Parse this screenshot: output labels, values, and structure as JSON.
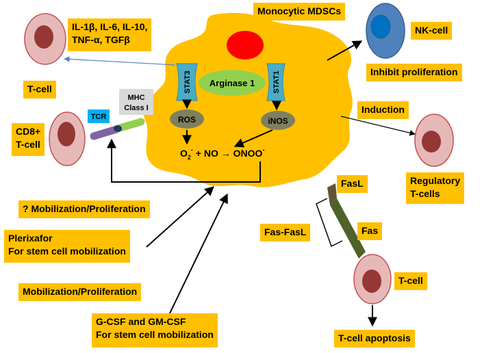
{
  "title": "Monocytic MDSCs",
  "cytokines": "IL-1β, IL-6, IL-10,\nTNF-α, TGFβ",
  "tcell_top_label": "T-cell",
  "cd8_label": "CD8+\nT-cell",
  "tcr_label": "TCR",
  "mhc_label": "MHC\nClass I",
  "stat3": "STAT3",
  "stat1": "STAT1",
  "arginase": "Arginase 1",
  "ros": "ROS",
  "inos": "iNOS",
  "reaction": {
    "o2": "O",
    "o2_sub": "2",
    "o2_sup": "-",
    "plus_no": " + NO ",
    "arrow": "→",
    "onoo": " ONOO",
    "onoo_sup": "-"
  },
  "nk_label": "NK-cell",
  "inhibit_label": "Inhibit proliferation",
  "induction_label": "Induction",
  "treg_label": "Regulatory\nT-cells",
  "q_mobilization": "? Mobilization/Proliferation",
  "plerixafor": "Plerixafor\nFor stem cell mobilization",
  "mobilization": "Mobilization/Proliferation",
  "gcsf": "G-CSF and GM-CSF\nFor stem cell mobilization",
  "fasl_label": "FasL",
  "fas_label": "Fas",
  "fasfasl_label": "Fas-FasL",
  "tcell_bottom_label": "T-cell",
  "apoptosis_label": "T-cell apoptosis",
  "colors": {
    "mdsc_body": "#ffc000",
    "nucleus_red": "#ff0000",
    "tcell_body": "#e6b9b8",
    "tcell_nucleus": "#953735",
    "nk_body": "#4f81bd",
    "nk_nucleus": "#0070c0",
    "stat": "#4bacc6",
    "arginase": "#92d050",
    "enzyme_gray": "#7f7f5f",
    "fas_green": "#4f6228",
    "fasl_brown": "#5e5539",
    "tcr_cyan": "#00b0f0",
    "mhc_gray": "#d9d9d9",
    "receptor_purple": "#8064a2",
    "arrow_blue": "#4f81bd"
  }
}
